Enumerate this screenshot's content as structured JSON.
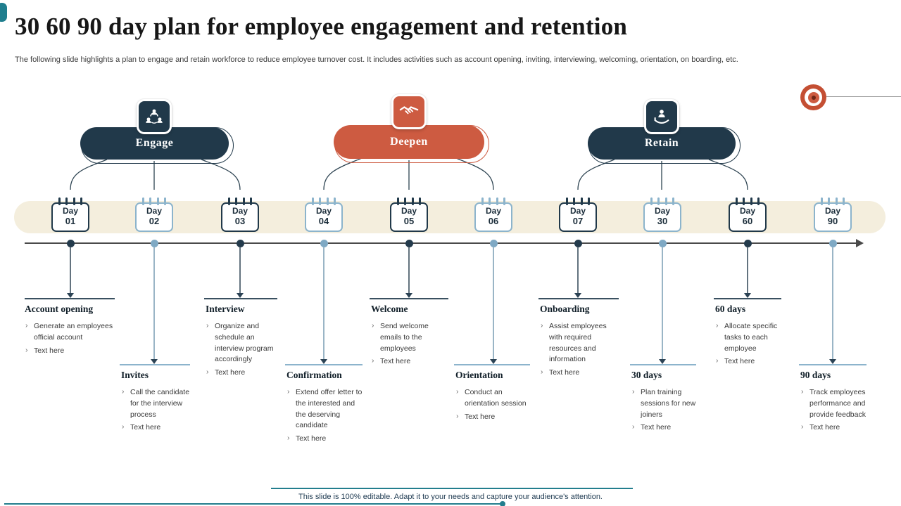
{
  "slide": {
    "title": "30 60 90 day plan for employee engagement and retention",
    "subtitle": "The following slide highlights a plan to engage and retain workforce to reduce employee turnover cost. It includes activities such as account opening, inviting, interviewing, welcoming, orientation, on boarding, etc.",
    "footer": "This slide is 100% editable. Adapt it to your needs and capture your audience's attention."
  },
  "colors": {
    "navy": "#21394a",
    "orange": "#cd5b41",
    "light_blue": "#8cb4cc",
    "beige_band": "#f4eedd",
    "teal_accent": "#237e8e"
  },
  "phases": [
    {
      "label": "Engage",
      "icon": "people-sync-icon",
      "color": "#21394a"
    },
    {
      "label": "Deepen",
      "icon": "handshake-icon",
      "color": "#cd5b41"
    },
    {
      "label": "Retain",
      "icon": "person-in-hand-icon",
      "color": "#21394a"
    }
  ],
  "days": [
    {
      "word": "Day",
      "num": "01"
    },
    {
      "word": "Day",
      "num": "02"
    },
    {
      "word": "Day",
      "num": "03"
    },
    {
      "word": "Day",
      "num": "04"
    },
    {
      "word": "Day",
      "num": "05"
    },
    {
      "word": "Day",
      "num": "06"
    },
    {
      "word": "Day",
      "num": "07"
    },
    {
      "word": "Day",
      "num": "30"
    },
    {
      "word": "Day",
      "num": "60"
    },
    {
      "word": "Day",
      "num": "90"
    }
  ],
  "blocks": [
    {
      "title": "Account opening",
      "bullets": [
        "Generate an employees official account",
        "Text here"
      ]
    },
    {
      "title": "Invites",
      "bullets": [
        "Call the candidate for the interview process",
        "Text here"
      ]
    },
    {
      "title": "Interview",
      "bullets": [
        "Organize and schedule an interview program accordingly",
        "Text here"
      ]
    },
    {
      "title": "Confirmation",
      "bullets": [
        "Extend offer letter to the interested and the deserving candidate",
        "Text here"
      ]
    },
    {
      "title": "Welcome",
      "bullets": [
        "Send welcome emails to the employees",
        "Text here"
      ]
    },
    {
      "title": "Orientation",
      "bullets": [
        "Conduct an orientation session",
        "Text here"
      ]
    },
    {
      "title": "Onboarding",
      "bullets": [
        "Assist employees with required resources and information",
        "Text here"
      ]
    },
    {
      "title": "30 days",
      "bullets": [
        "Plan training sessions for new joiners",
        "Text here"
      ]
    },
    {
      "title": "60 days",
      "bullets": [
        "Allocate specific tasks to each employee",
        "Text here"
      ]
    },
    {
      "title": "90 days",
      "bullets": [
        "Track employees performance and provide feedback",
        "Text here"
      ]
    }
  ]
}
